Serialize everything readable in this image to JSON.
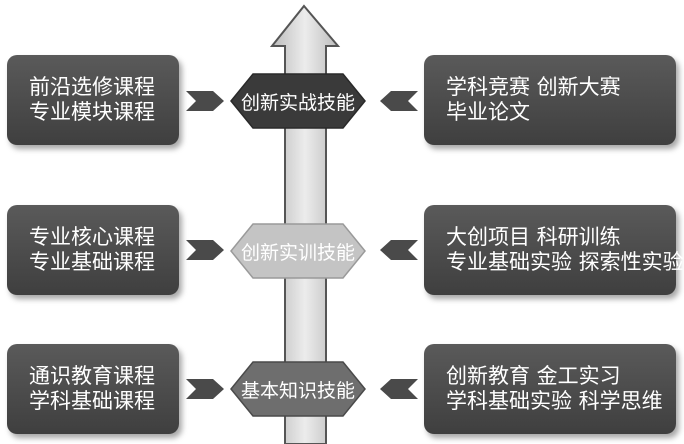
{
  "rows": [
    {
      "left_lines": [
        "前沿选修课程",
        "专业模块课程"
      ],
      "center": "创新实战技能",
      "right_lines": [
        "学科竞赛  创新大赛",
        "毕业论文"
      ]
    },
    {
      "left_lines": [
        "专业核心课程",
        "专业基础课程"
      ],
      "center": "创新实训技能",
      "right_lines": [
        "大创项目  科研训练",
        "专业基础实验  探索性实验"
      ]
    },
    {
      "left_lines": [
        "通识教育课程",
        "学科基础课程"
      ],
      "center": "基本知识技能",
      "right_lines": [
        "创新教育  金工实习",
        "学科基础实验  科学思维"
      ]
    }
  ],
  "colors": {
    "box_fill": "#4a4a4a",
    "arrow_fill": "#d8d8d8",
    "hex_top": "#3a3a3a",
    "hex_middle": "#c4c4c4",
    "hex_bottom": "#6e6e6e",
    "chevron": "#4a4a4a"
  }
}
